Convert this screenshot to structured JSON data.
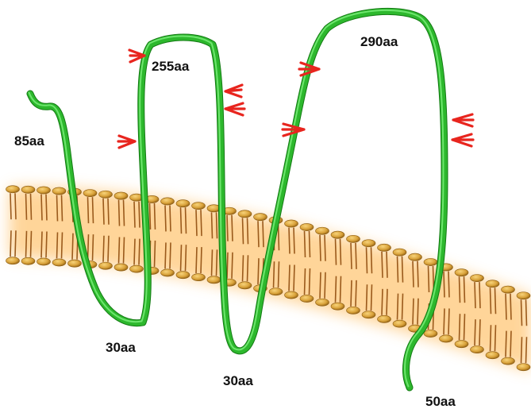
{
  "colors": {
    "protein": "#2db82d",
    "protein_highlight": "#7df07d",
    "protein_shadow": "#137a13",
    "glyco": "#e8251e",
    "lipid_head": "#d9a23a",
    "lipid_head_dark": "#8a5a10",
    "lipid_tail": "#9a5a1c",
    "membrane_glow": "#ffb347"
  },
  "icons": {
    "glycosylation": "glycosylation-fork-icon",
    "lipid": "phospholipid-icon"
  },
  "labels": {
    "n_terminal": "85aa",
    "extracellular_loop_1": "255aa",
    "extracellular_loop_2": "290aa",
    "intracellular_loop_1": "30aa",
    "intracellular_loop_2": "30aa",
    "c_terminal": "50aa"
  },
  "glycosylation_sites_per_loop": {
    "n_terminal": 0,
    "extracellular_loop_1": 4,
    "extracellular_loop_2": 4
  }
}
